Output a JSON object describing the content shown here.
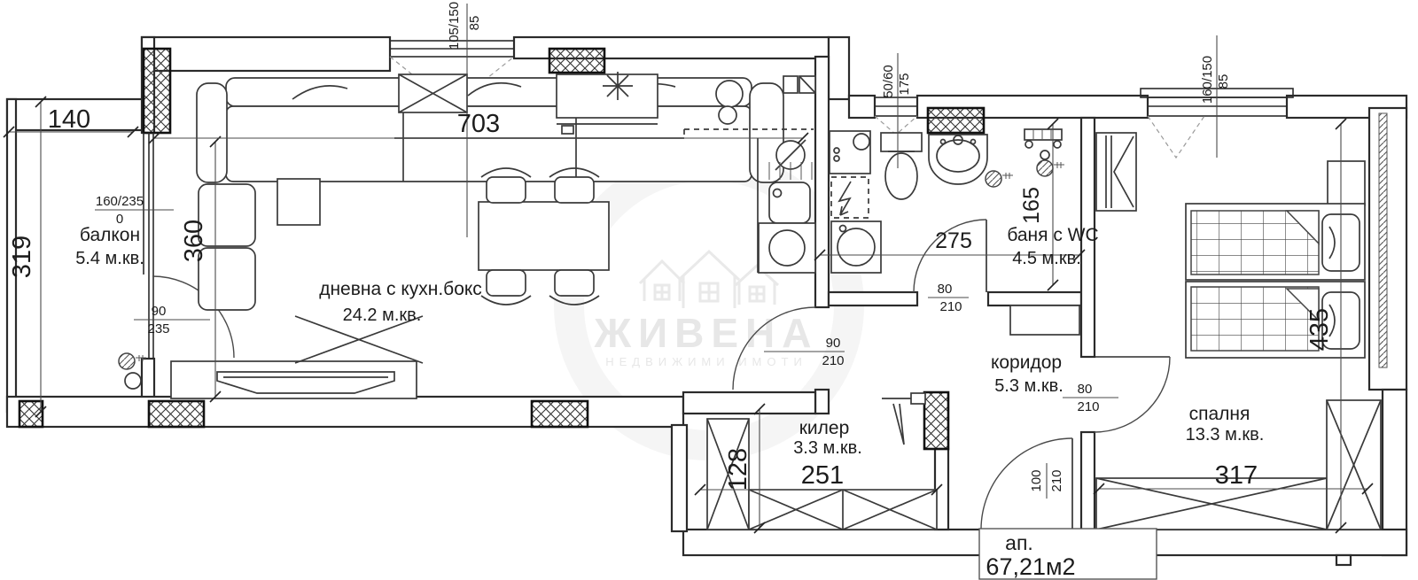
{
  "watermark": {
    "brand": "ЖИВЕНА",
    "tagline": "НЕДВИЖИМИ ИМОТИ"
  },
  "title_box": {
    "label": "ап.",
    "area": "67,21м2"
  },
  "rooms": {
    "balcony": {
      "name": "балкон",
      "area": "5.4 м.кв."
    },
    "living": {
      "name": "дневна с кухн.бокс",
      "area": "24.2 м.кв."
    },
    "bathroom": {
      "name": "баня с WC",
      "area": "4.5 м.кв."
    },
    "corridor": {
      "name": "коридор",
      "area": "5.3 м.кв."
    },
    "storage": {
      "name": "килер",
      "area": "3.3 м.кв."
    },
    "bedroom": {
      "name": "спалня",
      "area": "13.3 м.кв."
    }
  },
  "dimensions": {
    "balcony_width": "140",
    "balcony_depth": "319",
    "living_depth": "360",
    "living_width": "703",
    "bathroom_width": "275",
    "bathroom_depth": "165",
    "bedroom_depth": "435",
    "bedroom_width": "317",
    "storage_width": "251",
    "storage_depth": "128"
  },
  "openings": {
    "living_window": {
      "size": "105/150",
      "sill": "85"
    },
    "balcony_window": {
      "size": "160/235",
      "sill": "0"
    },
    "balcony_door": {
      "width": "90",
      "height": "235"
    },
    "living_door": {
      "width": "90",
      "height": "210"
    },
    "bathroom_window": {
      "size": "50/60",
      "sill": "175"
    },
    "bathroom_door": {
      "width": "80",
      "height": "210"
    },
    "bedroom_window": {
      "size": "160/150",
      "sill": "85"
    },
    "bedroom_door": {
      "width": "80",
      "height": "210"
    },
    "entrance_door": {
      "width": "100",
      "height": "210"
    }
  },
  "colors": {
    "line": "#2b2b2b",
    "dim_text": "#1a1a1a",
    "watermark": "#e7e7e7",
    "background": "#ffffff"
  }
}
